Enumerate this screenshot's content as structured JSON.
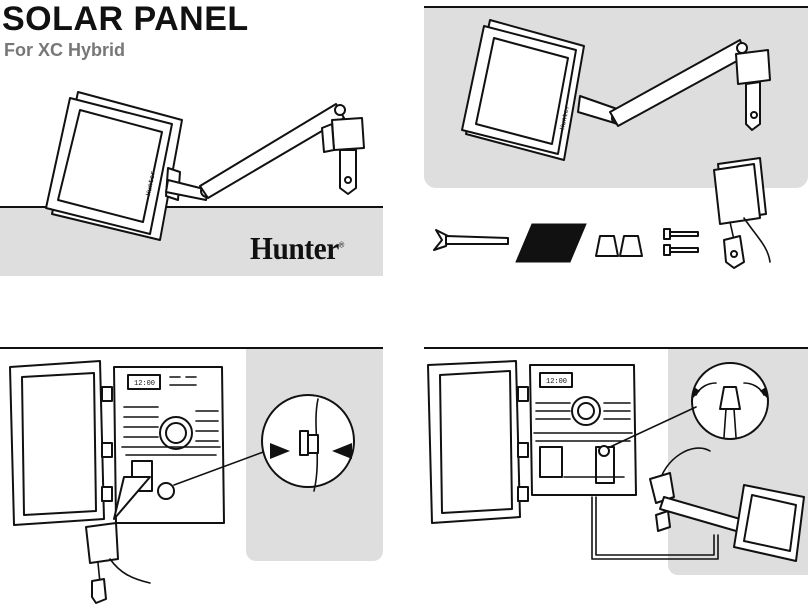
{
  "header": {
    "title": "SOLAR PANEL",
    "subtitle": "For XC Hybrid"
  },
  "brand": {
    "logo_text": "Hunter",
    "trademark": "®",
    "panel_label": "Hunter"
  },
  "controller": {
    "display_text": "12:00"
  },
  "colors": {
    "panel_gray": "#dedede",
    "line": "#111111",
    "subtitle_gray": "#777777"
  },
  "icons": [
    "solar-panel-icon",
    "mounting-arm-icon",
    "wing-bolt-icon",
    "mounting-plate-icon",
    "wire-nut-icon",
    "screw-icon",
    "battery-pack-icon",
    "controller-icon",
    "magnifier-icon",
    "arrow-icon",
    "rotate-arrow-icon"
  ]
}
